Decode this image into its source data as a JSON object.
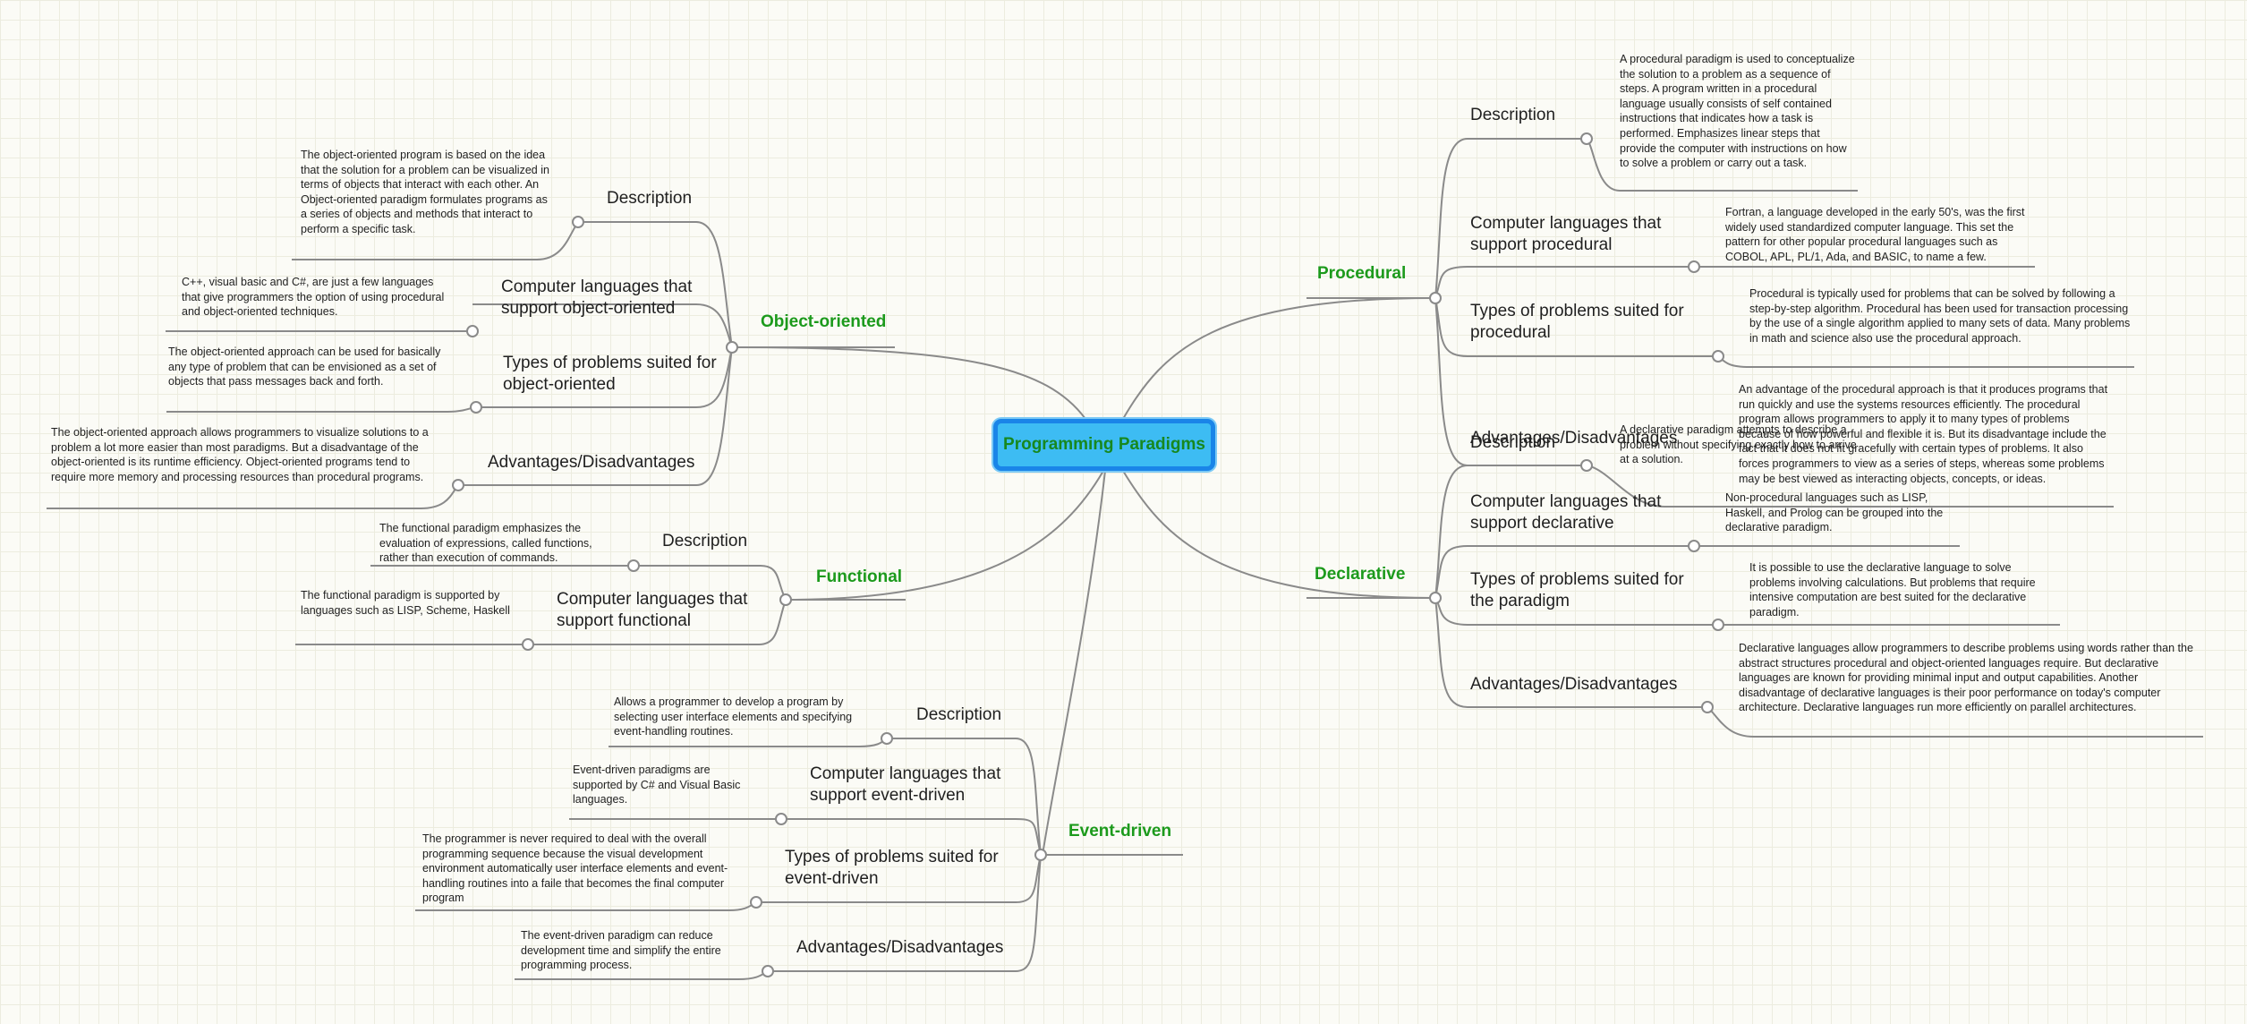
{
  "central_topic": "Programming Paradigms",
  "colors": {
    "line": "#8a8a8a",
    "branch_text": "#1c9a1c",
    "center_fill": "#3dbcf3",
    "center_border": "#1a85e8"
  },
  "branches": {
    "object_oriented": {
      "label": "Object-oriented",
      "description": {
        "title": "Description",
        "note": "The object-oriented program is based on the idea that the solution for a problem can be visualized in terms of objects that interact with each other.  An Object-oriented paradigm formulates programs as a series of objects and methods that interact to perform a specific task."
      },
      "languages": {
        "title": "Computer languages that support object-oriented",
        "note": "C++, visual basic and C#, are just a few languages that give programmers the option of using procedural and object-oriented techniques."
      },
      "problems": {
        "title": "Types of problems suited for object-oriented",
        "note": "The object-oriented approach can be used for basically any type of problem that can be envisioned as a set of objects that pass messages back and forth."
      },
      "advantages": {
        "title": "Advantages/Disadvantages",
        "note": "The object-oriented approach allows programmers to visualize solutions to a problem a lot more easier than most paradigms.  But a disadvantage of the object-oriented is its runtime efficiency.  Object-oriented programs tend to require more memory and processing resources than procedural programs."
      }
    },
    "functional": {
      "label": "Functional",
      "description": {
        "title": "Description",
        "note": "The functional paradigm emphasizes the evaluation of expressions, called functions, rather than execution of commands."
      },
      "languages": {
        "title": "Computer languages that support functional",
        "note": "The functional paradigm is supported by languages such as LISP, Scheme, Haskell"
      }
    },
    "event_driven": {
      "label": "Event-driven",
      "description": {
        "title": "Description",
        "note": "Allows a programmer to develop a program by selecting user interface elements and specifying event-handling routines."
      },
      "languages": {
        "title": "Computer languages that support event-driven",
        "note": "Event-driven paradigms are supported by C# and Visual Basic languages."
      },
      "problems": {
        "title": "Types of problems suited for event-driven",
        "note": "The programmer is never required to deal with the overall programming sequence because the visual development environment automatically user interface elements and event-handling routines into a faile that becomes the final computer program"
      },
      "advantages": {
        "title": "Advantages/Disadvantages",
        "note": "The event-driven paradigm can reduce development time and simplify the entire programming process."
      }
    },
    "procedural": {
      "label": "Procedural",
      "description": {
        "title": "Description",
        "note": "A procedural paradigm is used to conceptualize the solution to a problem as a sequence of steps.  A program written in a procedural language usually consists of self contained instructions that indicates how a task is performed.  Emphasizes linear steps that provide the computer with instructions on how to solve a problem or carry out a task."
      },
      "languages": {
        "title": "Computer languages that support procedural",
        "note": "Fortran, a language developed in the early 50's, was the first widely used standardized computer language.  This set the pattern for other popular procedural languages such as COBOL, APL, PL/1, Ada, and BASIC, to name a few."
      },
      "problems": {
        "title": "Types of problems suited for procedural",
        "note": "Procedural is typically used for problems that can be solved by following a step-by-step algorithm.  Procedural has been used for transaction processing by the use of a single algorithm applied to many sets of data.  Many problems in math and science also use the procedural approach."
      },
      "advantages": {
        "title": "Advantages/Disadvantages",
        "note": "An advantage of the procedural approach is that it produces programs that run quickly and use the systems resources efficiently.  The procedural program allows programmers to apply it to many types of problems because of how powerful and flexible it is.  But its disadvantage include the fact that it does not fit gracefully with certain types of problems.  It also forces programmers to view as a series of steps, whereas some problems may be best viewed as interacting objects, concepts, or ideas."
      }
    },
    "declarative": {
      "label": "Declarative",
      "description": {
        "title": "Description",
        "note": "A declarative paradigm attempts to describe a problem without specifying exactly how to arrive at a solution."
      },
      "languages": {
        "title": "Computer languages that support declarative",
        "note": "Non-procedural languages such as LISP, Haskell, and Prolog can be grouped into the declarative paradigm."
      },
      "problems": {
        "title": "Types of problems suited for the paradigm",
        "note": "It is possible to use the declarative language to solve problems involving calculations.  But problems that require intensive computation are best suited for the declarative paradigm."
      },
      "advantages": {
        "title": "Advantages/Disadvantages",
        "note": "Declarative languages allow programmers to describe problems using words rather than the abstract structures procedural and object-oriented languages require.  But declarative languages are known for providing minimal input and output capabilities.  Another disadvantage of declarative languages is their poor performance on today's computer architecture.  Declarative languages run more efficiently on parallel architectures."
      }
    }
  }
}
